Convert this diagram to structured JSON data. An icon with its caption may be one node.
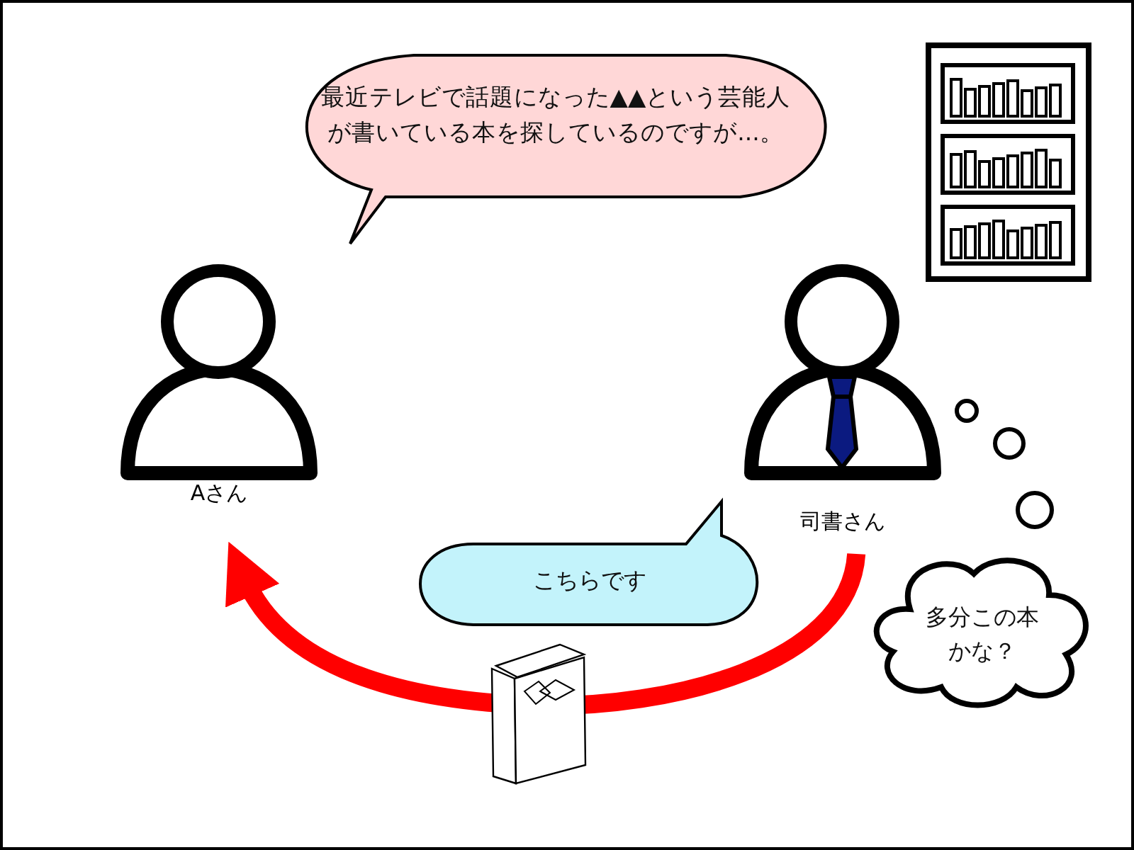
{
  "diagram": {
    "nodes": [
      {
        "text": [
          "最近テレビで話題になった▲▲という芸能人が書いている本を探しているのですが...。"
        ]
      },
      {
        "text": [],
        "shape": "person",
        "beside": [
          "Aさん"
        ]
      },
      {
        "text": [],
        "shape": "person",
        "beside": [
          "司書さん"
        ]
      },
      {
        "text": [
          "こちらです"
        ]
      },
      {
        "text": [
          "多分この本かな？"
        ]
      }
    ],
    "edges": [
      {
        "from": 2,
        "to": 1,
        "arrow": "to",
        "color": "#ff0000"
      }
    ]
  }
}
